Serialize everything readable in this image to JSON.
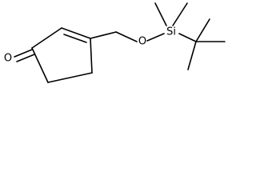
{
  "molecule": {
    "atoms": {
      "oxygen_ketone": "O",
      "oxygen_ether": "O",
      "silicon": "Si"
    },
    "colors": {
      "bond": "#000000",
      "text": "#000000",
      "background": "#ffffff"
    }
  }
}
